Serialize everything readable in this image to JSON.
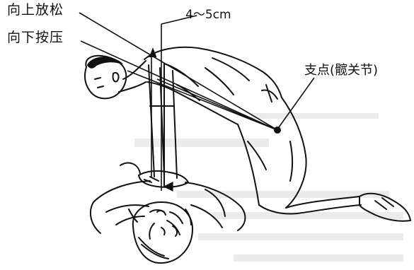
{
  "labels": {
    "release": "向上放松",
    "press": "向下按压",
    "depth": "4～5cm",
    "fulcrum": "支点(髋关节)"
  },
  "colors": {
    "ink": "#111111",
    "paper": "#ffffff",
    "show_through": "#dcdcdc"
  }
}
